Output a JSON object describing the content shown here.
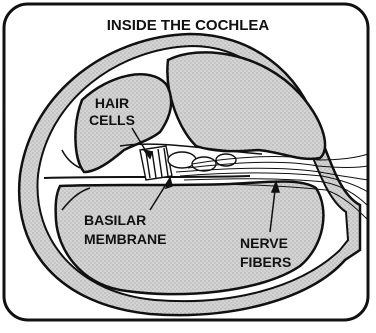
{
  "title": "INSIDE THE COCHLEA",
  "labels": {
    "hair_cells_line1": "HAIR",
    "hair_cells_line2": "CELLS",
    "basilar_line1": "BASILAR",
    "basilar_line2": "MEMBRANE",
    "nerve_line1": "NERVE",
    "nerve_line2": "FIBERS"
  },
  "colors": {
    "outline": "#111111",
    "fill_shading": "#cfcfcf",
    "background": "#ffffff"
  }
}
